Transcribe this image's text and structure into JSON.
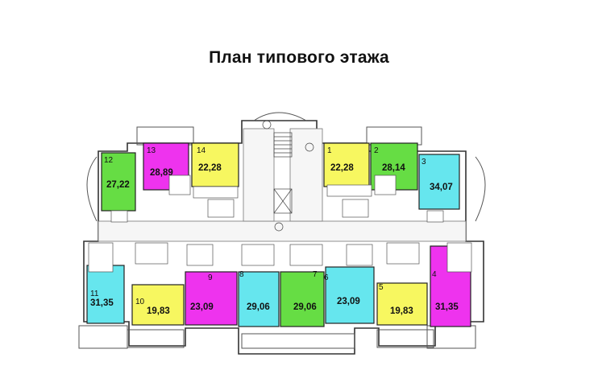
{
  "title": "План типового этажа",
  "colors": {
    "yellow": "#f7f760",
    "green": "#66dd44",
    "magenta": "#ee33ee",
    "cyan": "#66e6ee",
    "wall": "#222222",
    "line": "#555555"
  },
  "apartments": [
    {
      "id": "1",
      "number": "1",
      "area": "22,28",
      "color": "yellow"
    },
    {
      "id": "2",
      "number": "2",
      "area": "28,14",
      "color": "green"
    },
    {
      "id": "3",
      "number": "3",
      "area": "34,07",
      "color": "cyan"
    },
    {
      "id": "4",
      "number": "4",
      "area": "31,35",
      "color": "magenta"
    },
    {
      "id": "5",
      "number": "5",
      "area": "19,83",
      "color": "yellow"
    },
    {
      "id": "6",
      "number": "6",
      "area": "23,09",
      "color": "cyan"
    },
    {
      "id": "7",
      "number": "7",
      "area": "29,06",
      "color": "green"
    },
    {
      "id": "8",
      "number": "8",
      "area": "29,06",
      "color": "cyan"
    },
    {
      "id": "9",
      "number": "9",
      "area": "23,09",
      "color": "magenta"
    },
    {
      "id": "10",
      "number": "10",
      "area": "19,83",
      "color": "yellow"
    },
    {
      "id": "11",
      "number": "11",
      "area": "31,35",
      "color": "cyan"
    },
    {
      "id": "12",
      "number": "12",
      "area": "27,22",
      "color": "green"
    },
    {
      "id": "13",
      "number": "13",
      "area": "28,89",
      "color": "magenta"
    },
    {
      "id": "14",
      "number": "14",
      "area": "22,28",
      "color": "yellow"
    }
  ]
}
